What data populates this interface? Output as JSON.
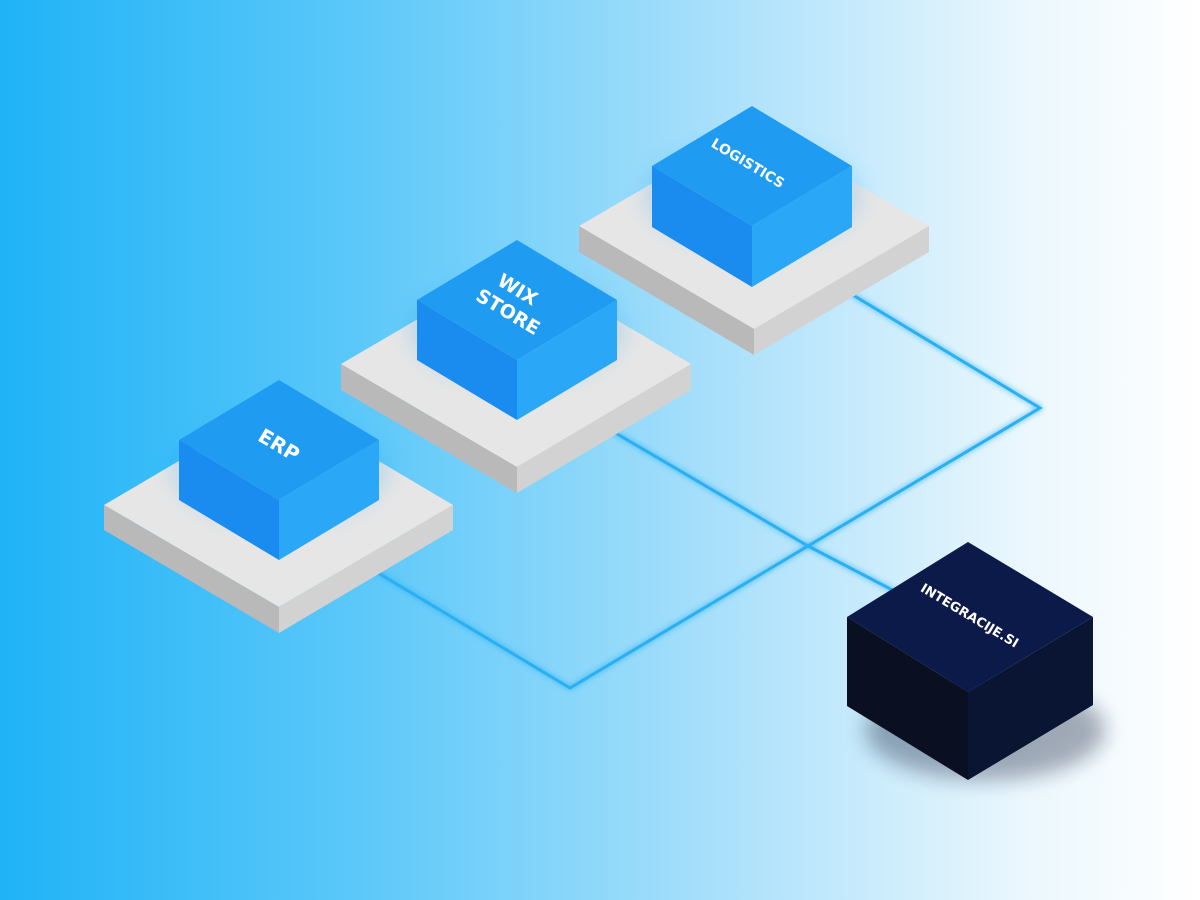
{
  "diagram": {
    "nodes": [
      {
        "id": "erp",
        "label_lines": [
          "ERP"
        ],
        "type": "system"
      },
      {
        "id": "wix-store",
        "label_lines": [
          "WIX",
          "STORE"
        ],
        "type": "system"
      },
      {
        "id": "logistics",
        "label_lines": [
          "LOGISTICS"
        ],
        "type": "system"
      },
      {
        "id": "integracije",
        "label_lines": [
          "INTEGRACIJE.SI"
        ],
        "type": "hub"
      }
    ],
    "edges": [
      {
        "from": "erp",
        "to": "integracije"
      },
      {
        "from": "wix-store",
        "to": "integracije"
      },
      {
        "from": "logistics",
        "to": "integracije"
      }
    ],
    "colors": {
      "connector": "#2bb0f2",
      "block_top": "#1f9cf2",
      "block_left": "#1a8cf0",
      "block_right": "#2aa7f7",
      "plate_top": "#e6e6e6",
      "plate_left": "#b9b9b9",
      "plate_right": "#d2d2d2",
      "hub_top": "#0c1a4a",
      "hub_left": "#0a1022",
      "hub_right": "#0a1534"
    }
  }
}
